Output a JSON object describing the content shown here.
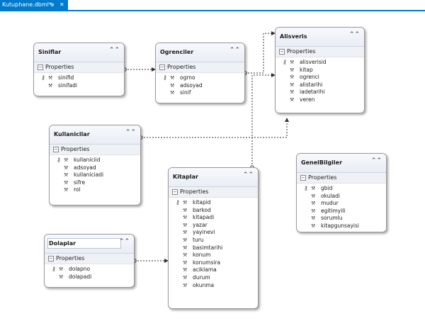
{
  "tab": {
    "label": "Kutuphane.dbml*",
    "pin": "⊕",
    "close": "✕"
  },
  "entities": {
    "siniflar": {
      "title": "Siniflar",
      "section": "Properties",
      "items": [
        "sinifid",
        "sinifadi"
      ]
    },
    "ogrenciler": {
      "title": "Ogrenciler",
      "section": "Properties",
      "items": [
        "ogrno",
        "adsoyad",
        "sinif"
      ]
    },
    "alisveris": {
      "title": "Alisveris",
      "section": "Properties",
      "items": [
        "alisverisid",
        "kitap",
        "ogrenci",
        "alistarihi",
        "iadetarihi",
        "veren"
      ]
    },
    "kullanicilar": {
      "title": "Kullanicilar",
      "section": "Properties",
      "items": [
        "kullaniciid",
        "adsoyad",
        "kullaniciadi",
        "sifre",
        "rol"
      ]
    },
    "kitaplar": {
      "title": "Kitaplar",
      "section": "Properties",
      "items": [
        "kitapid",
        "barkod",
        "kitapadi",
        "yazar",
        "yayinevi",
        "turu",
        "basimtarihi",
        "konum",
        "konumsira",
        "aciklama",
        "durum",
        "okunma"
      ]
    },
    "dolaplar": {
      "title": "Dolaplar",
      "section": "Properties",
      "items": [
        "dolapno",
        "dolapadi"
      ]
    },
    "genelbilgiler": {
      "title": "GenelBilgiler",
      "section": "Properties",
      "items": [
        "gbid",
        "okuladi",
        "mudur",
        "egitimyili",
        "sorumlu",
        "kitapgunsayisi"
      ]
    }
  },
  "icons": {
    "collapse": "double-chevron-up-icon",
    "key": "key-icon",
    "property": "wrench-icon",
    "expand": "minus-box-icon"
  }
}
